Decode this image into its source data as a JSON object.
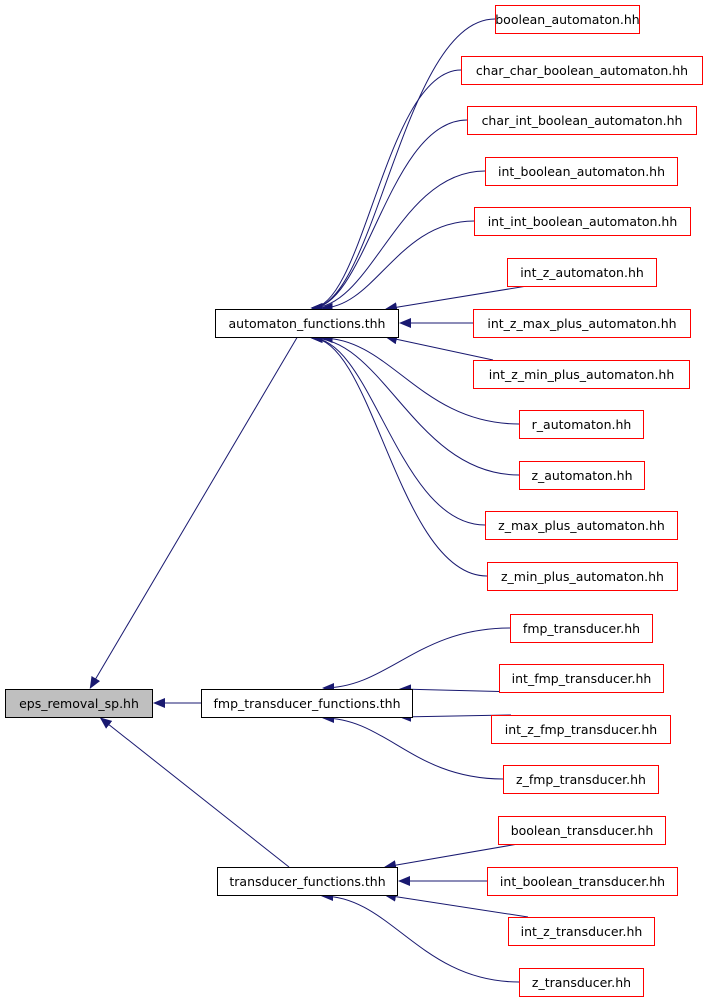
{
  "colors": {
    "edge": "#191970",
    "root_fill": "#bfbfbf",
    "root_border": "#000000",
    "group_border": "#000000",
    "leaf_border": "#ff0000",
    "node_fill": "#ffffff"
  },
  "root": {
    "id": "root",
    "label": "eps_removal_sp.hh"
  },
  "groups": [
    {
      "id": "g1",
      "label": "automaton_functions.thh",
      "leaves": [
        "boolean_automaton.hh",
        "char_char_boolean_automaton.hh",
        "char_int_boolean_automaton.hh",
        "int_boolean_automaton.hh",
        "int_int_boolean_automaton.hh",
        "int_z_automaton.hh",
        "int_z_max_plus_automaton.hh",
        "int_z_min_plus_automaton.hh",
        "r_automaton.hh",
        "z_automaton.hh",
        "z_max_plus_automaton.hh",
        "z_min_plus_automaton.hh"
      ]
    },
    {
      "id": "g2",
      "label": "fmp_transducer_functions.thh",
      "leaves": [
        "fmp_transducer.hh",
        "int_fmp_transducer.hh",
        "int_z_fmp_transducer.hh",
        "z_fmp_transducer.hh"
      ]
    },
    {
      "id": "g3",
      "label": "transducer_functions.thh",
      "leaves": [
        "boolean_transducer.hh",
        "int_boolean_transducer.hh",
        "int_z_transducer.hh",
        "z_transducer.hh"
      ]
    }
  ]
}
